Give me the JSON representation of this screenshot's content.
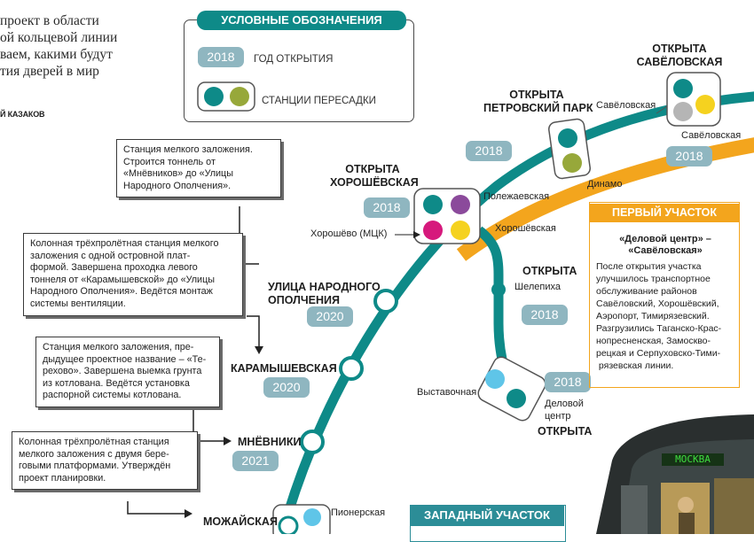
{
  "intro_text": "проект в области\nой кольцевой линии\nваем, какими будут\nтия дверей в мир",
  "byline": "Й КАЗАКОВ",
  "legend": {
    "title": "УСЛОВНЫЕ ОБОЗНАЧЕНИЯ",
    "year_sample": "2018",
    "year_text": "ГОД ОТКРЫТИЯ",
    "transfer_text": "СТАНЦИИ ПЕРЕСАДКИ"
  },
  "colors": {
    "teal": "#0e8a88",
    "olive": "#97a83a",
    "purple": "#8b4a9b",
    "magenta": "#d6197c",
    "yellow": "#f5d21f",
    "grey": "#b5b5b5",
    "cyan": "#5fc5e8",
    "orange": "#f3a51d",
    "pill": "#8fb6c0"
  },
  "stations": {
    "savelovskaya_status": "ОТКРЫТА\nСАВЁЛОВСКАЯ",
    "savelovskaya_label1": "Савёловская",
    "savelovskaya_label2": "Савёловская",
    "savelovskaya_year": "2018",
    "petrovsky_status": "ОТКРЫТА\nПЕТРОВСКИЙ ПАРК",
    "petrovsky_year": "2018",
    "dinamo": "Динамо",
    "khoroshevskaya_status": "ОТКРЫТА\nХОРОШЁВСКАЯ",
    "khoroshevskaya_year": "2018",
    "polezhaevskaya": "Полежаевская",
    "khoroshevo_mck": "Хорошёво (МЦК)",
    "khoroshevskaya_small": "Хорошёвская",
    "shelepikha_status": "ОТКРЫТА",
    "shelepikha": "Шелепиха",
    "shelepikha_year": "2018",
    "vystavochnaya": "Выставочная",
    "delovoy_year": "2018",
    "delovoy": "Деловой\nцентр",
    "delovoy_status": "ОТКРЫТА",
    "narodnogo_name": "УЛИЦА НАРОДНОГО\nОПОЛЧЕНИЯ",
    "narodnogo_year": "2020",
    "karamyshevskaya_name": "КАРАМЫШЕВСКАЯ",
    "karamyshevskaya_year": "2020",
    "mnevniki_name": "МНЁВНИКИ",
    "mnevniki_year": "2021",
    "mozhaiskaya_name": "МОЖАЙСКАЯ",
    "pionerskaya": "Пионерская"
  },
  "notes": {
    "mnevniki_note": "Станция мелкого заложения.\nСтроится тоннель от\n«Мнёвников» до «Улицы\nНародного Ополчения».",
    "narodnogo_note": "Колонная трёхпролётная станция мелкого\nзаложения с одной островной плат-\nформой. Завершена проходка левого\nтоннеля от «Карамышевской» до «Улицы\nНародного Ополчения». Ведётся монтаж\nсистемы вентиляции.",
    "karamyshevskaya_note": "Станция мелкого заложения, пре-\nдыдущее проектное название – «Те-\nрехово». Завершена выемка грунта\nиз котлована. Ведётся установка\nраспорной системы котлована.",
    "mozhaiskaya_note": "Колонная трёхпролётная станция\nмелкого заложения с двумя бере-\nговыми платформами. Утверждён\nпроект планировки."
  },
  "first_section": {
    "title": "ПЕРВЫЙ УЧАСТОК",
    "subtitle": "«Деловой центр» –\n«Савёловская»",
    "body": "После открытия участка\nулучшилось транспортное\nобслуживание районов\nСавёловский, Хорошёвский,\nАэропорт, Тимирязевский.\nРазгрузились Таганско-Крас-\nнопресненская, Замоскво-\nрецкая и Серпуховско-Тими-\n рязевская линии."
  },
  "west_section": {
    "title": "ЗАПАДНЫЙ УЧАСТОК"
  },
  "train": {
    "display_text": "МОСКВА"
  }
}
